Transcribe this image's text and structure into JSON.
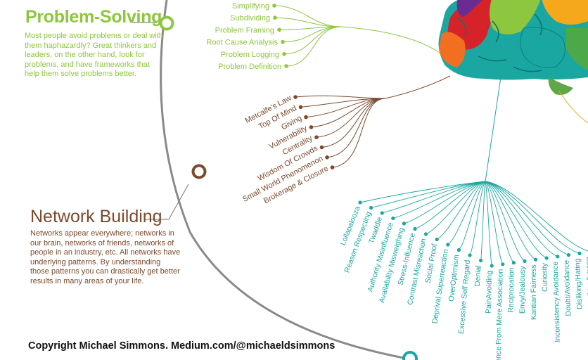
{
  "problem_solving": {
    "title": "Problem-Solving",
    "description": "Most people avoid problems or deal with them haphazardly? Great thinkers and leaders, on the other hand, look for problems, and have frameworks that help them solve problems better.",
    "items": [
      "Simplifying",
      "Subdividing",
      "Problem Framing",
      "Root Cause Analysis",
      "Problem Logging",
      "Problem Definition"
    ],
    "color": "#8dc63f"
  },
  "network_building": {
    "title": "Network Building",
    "description": "Networks appear everywhere; networks in our brain, networks of friends, networks of people in an industry, etc. All networks have underlying patterns. By understanding those patterns you can drastically get better results in many areas of your life.",
    "items": [
      "Metcalfe's Law",
      "Top Of Mind",
      "Giving",
      "Vulnerability",
      "Centrality",
      "Wisdom Of Crowds",
      "Small World Phenomenon",
      "Brokerage & Closure"
    ],
    "color": "#7b4a2c"
  },
  "biases": {
    "items": [
      "Lollapalooza",
      "Reason Respecting",
      "Twaddle",
      "Authority Misinfluence",
      "Availability Misweighing",
      "Stress-Influence",
      "Contrast Misreaction",
      "Social Proof",
      "Deprival Superreaction",
      "OverOptimism",
      "Excessive Self Regard",
      "Denial",
      "PainAvoiding",
      "Influence From Mere Association",
      "Reciprocation",
      "Envy/Jealousy",
      "Kantian Fairness",
      "Curiosity",
      "Inconsistency Avoidance",
      "Doubt/Avoidance",
      "Disliking/Hating",
      "Liking/Loving"
    ],
    "color": "#1aa7a1"
  },
  "copyright": "Copyright Michael Simmons. Medium.com/@michaeldsimmons"
}
